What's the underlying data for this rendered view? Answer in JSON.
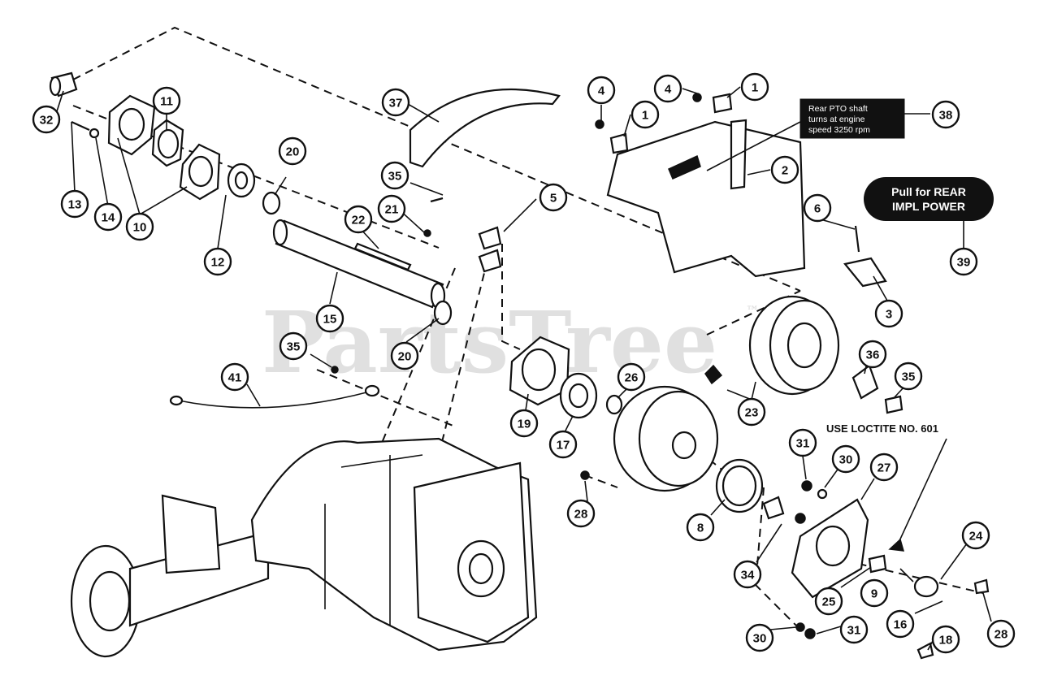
{
  "watermark": "PartsTree",
  "trademark": "™",
  "note": "USE LOCTITE NO. 601",
  "decal": {
    "lines": [
      "Rear PTO shaft",
      "turns at engine",
      "speed 3250 rpm"
    ]
  },
  "pull_label": {
    "lines": [
      "Pull for REAR",
      "IMPL POWER"
    ]
  },
  "callouts": [
    "32",
    "13",
    "14",
    "10",
    "11",
    "12",
    "20",
    "22",
    "21",
    "35",
    "5",
    "37",
    "4",
    "1",
    "4",
    "1",
    "38",
    "2",
    "6",
    "39",
    "3",
    "15",
    "20",
    "35",
    "41",
    "19",
    "17",
    "26",
    "23",
    "36",
    "35",
    "31",
    "30",
    "27",
    "28",
    "8",
    "34",
    "25",
    "9",
    "24",
    "16",
    "30",
    "31",
    "18",
    "28"
  ]
}
